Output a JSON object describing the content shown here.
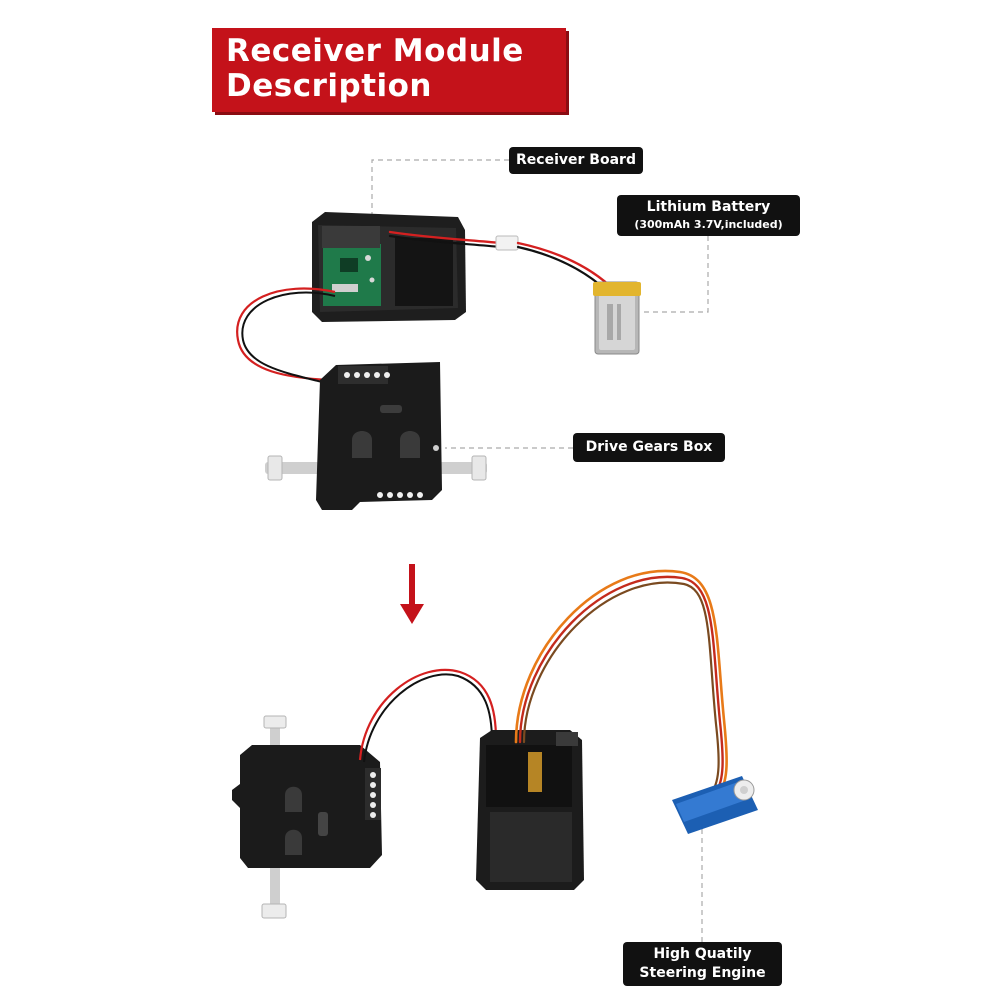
{
  "title": {
    "line1": "Receiver Module",
    "line2": "Description"
  },
  "labels": {
    "receiver_board": "Receiver Board",
    "lithium_battery": "Lithium Battery",
    "battery_spec": "(300mAh 3.7V,included)",
    "drive_gears_box": "Drive Gears Box",
    "steering_line1": "High Quatily",
    "steering_line2": "Steering Engine"
  },
  "colors": {
    "title_background": "#c4121a",
    "label_background": "#111111",
    "arrow": "#c4121a",
    "servo_blue": "#1c5fb3"
  }
}
